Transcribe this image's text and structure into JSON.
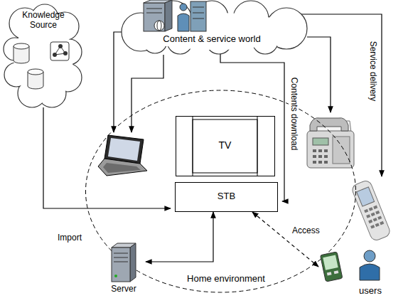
{
  "diagram": {
    "nodes": [
      {
        "text": [
          "Knowledge Source"
        ]
      },
      {
        "text": [
          "Content & service world"
        ]
      },
      {
        "text": [
          "Home environment"
        ]
      },
      {
        "text": [
          "TV"
        ],
        "in": 2
      },
      {
        "text": [
          "STB"
        ],
        "in": 2
      },
      {
        "text": [
          "Server"
        ],
        "in": 2
      },
      {
        "text": [
          "users"
        ]
      }
    ],
    "edges": [
      {
        "from": 0,
        "to": 4,
        "arrow": "to",
        "label": "Import"
      },
      {
        "from": 1,
        "to": 4,
        "arrow": "to",
        "label": "Contents download"
      },
      {
        "from": 4,
        "to": 5,
        "arrow": "both"
      },
      {
        "from": 4,
        "to": 6,
        "arrow": "both",
        "label": "Access"
      }
    ],
    "labels": [
      "Service delivery"
    ]
  }
}
